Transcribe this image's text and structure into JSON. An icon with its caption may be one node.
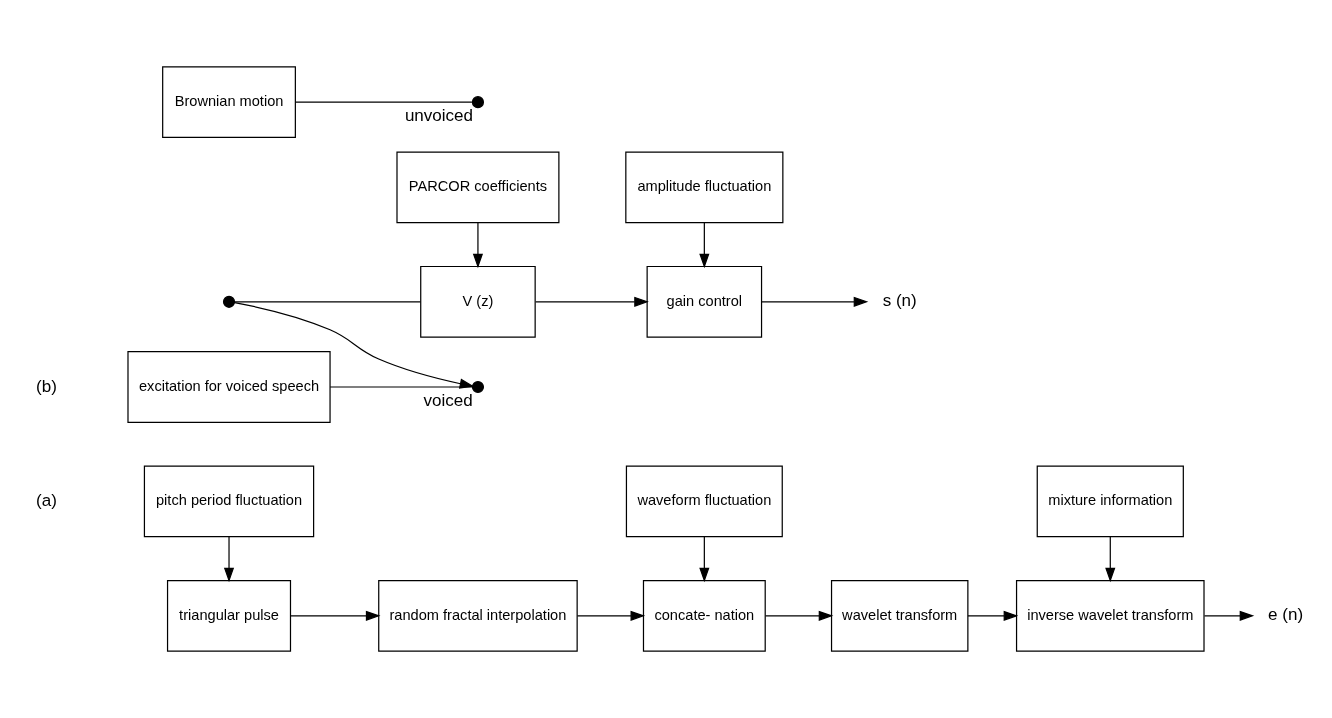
{
  "diagram": {
    "nodes": [
      {
        "text": [
          "pitch period fluctuation"
        ]
      },
      {
        "text": [
          "waveform fluctuation"
        ]
      },
      {
        "text": [
          "mixture information"
        ]
      },
      {
        "text": [
          "triangular pulse"
        ]
      },
      {
        "text": [
          "random fractal interpolation"
        ]
      },
      {
        "text": [
          "concate- nation"
        ]
      },
      {
        "text": [
          "wavelet transform"
        ]
      },
      {
        "text": [
          "inverse wavelet transform"
        ]
      },
      {
        "text": [
          "e (n)"
        ]
      },
      {
        "text": [
          "PARCOR coefficients"
        ]
      },
      {
        "text": [
          "amplitude fluctuation"
        ]
      },
      {
        "text": [
          "excitation for voiced speech"
        ]
      },
      {
        "text": [],
        "shape": "circle",
        "beside": [
          "voiced"
        ]
      },
      {
        "text": [],
        "shape": "circle"
      },
      {
        "text": [
          "V (z)"
        ]
      },
      {
        "text": [
          "gain control"
        ]
      },
      {
        "text": [
          "s (n)"
        ]
      },
      {
        "text": [
          "Brownian motion"
        ]
      },
      {
        "text": [],
        "shape": "circle",
        "beside": [
          "unvoiced"
        ]
      }
    ],
    "edges": [
      {
        "from": 0,
        "to": 3,
        "arrow": "to"
      },
      {
        "from": 3,
        "to": 4,
        "arrow": "to"
      },
      {
        "from": 4,
        "to": 5,
        "arrow": "to"
      },
      {
        "from": 1,
        "to": 5,
        "arrow": "to"
      },
      {
        "from": 5,
        "to": 6,
        "arrow": "to"
      },
      {
        "from": 6,
        "to": 7,
        "arrow": "to"
      },
      {
        "from": 2,
        "to": 7,
        "arrow": "to"
      },
      {
        "from": 7,
        "to": 8,
        "arrow": "to"
      },
      {
        "from": 11,
        "to": 12,
        "arrow": "none"
      },
      {
        "from": 17,
        "to": 18,
        "arrow": "none"
      },
      {
        "from": 13,
        "to": 12,
        "arrow": "to"
      },
      {
        "from": 13,
        "to": 14,
        "arrow": "none"
      },
      {
        "from": 9,
        "to": 14,
        "arrow": "to"
      },
      {
        "from": 14,
        "to": 15,
        "arrow": "to"
      },
      {
        "from": 10,
        "to": 15,
        "arrow": "to"
      },
      {
        "from": 15,
        "to": 16,
        "arrow": "to"
      }
    ],
    "labels": [
      "(a)",
      "(b)"
    ]
  }
}
